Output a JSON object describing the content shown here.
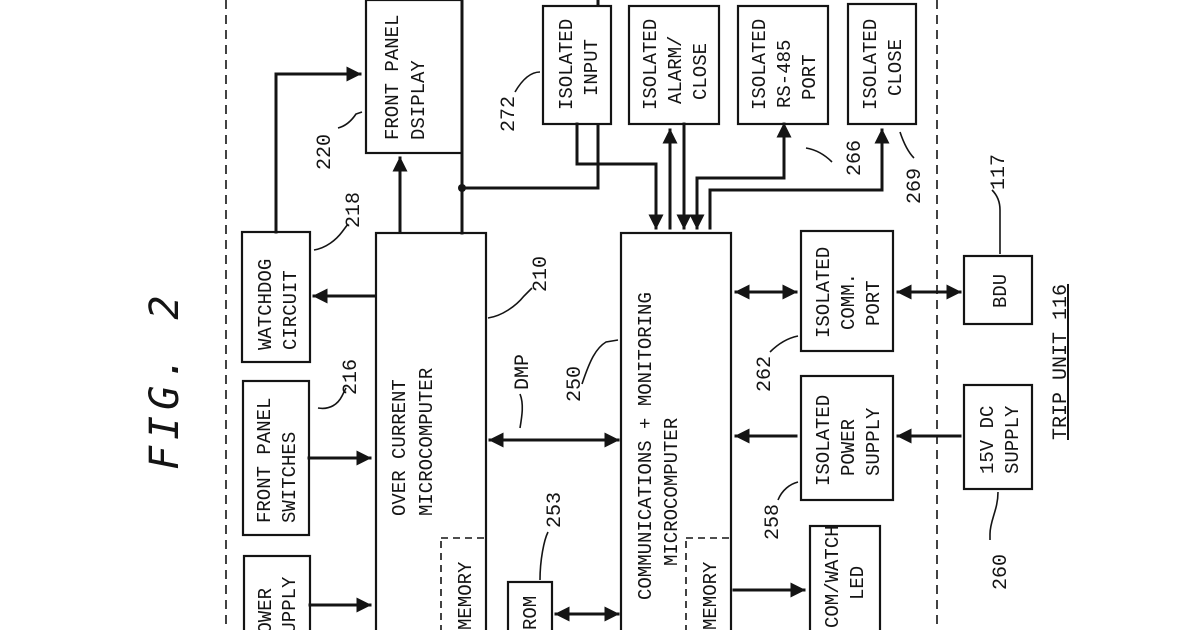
{
  "figure_title": "FIG. 2",
  "enclosure_label": "TRIP UNIT 116",
  "blocks": {
    "power_supply": [
      "POWER",
      "SUPPLY"
    ],
    "front_panel_switches": [
      "FRONT PANEL",
      "SWITCHES"
    ],
    "watchdog": [
      "WATCHDOG",
      "CIRCUIT"
    ],
    "front_panel_display": [
      "FRONT PANEL",
      "DSIPLAY"
    ],
    "over_current": [
      "OVER CURRENT",
      "MICROCOMPUTER"
    ],
    "memory_1": "MEMORY",
    "rom": "ROM",
    "comms": [
      "COMMUNICATIONS + MONITORING",
      "MICROCOMPUTER"
    ],
    "memory_2": "MEMORY",
    "isolated_input": [
      "ISOLATED",
      "INPUT"
    ],
    "isolated_alarm": [
      "ISOLATED",
      "ALARM/",
      "CLOSE"
    ],
    "isolated_rs485": [
      "ISOLATED",
      "RS-485",
      "PORT"
    ],
    "isolated_close": [
      "ISOLATED",
      "CLOSE"
    ],
    "isolated_comm": [
      "ISOLATED",
      "COMM.",
      "PORT"
    ],
    "isolated_power": [
      "ISOLATED",
      "POWER",
      "SUPPLY"
    ],
    "com_watch": [
      "COM/WATCH",
      "LED"
    ],
    "bdu": "BDU",
    "dc_supply": [
      "15V DC",
      "SUPPLY"
    ]
  },
  "bus_label": "DMP",
  "refs": {
    "r216": "216",
    "r218": "218",
    "r220": "220",
    "r210": "210",
    "r253": "253",
    "r250": "250",
    "r272": "272",
    "r266": "266",
    "r269": "269",
    "r117": "117",
    "r262": "262",
    "r258": "258",
    "r260": "260"
  }
}
